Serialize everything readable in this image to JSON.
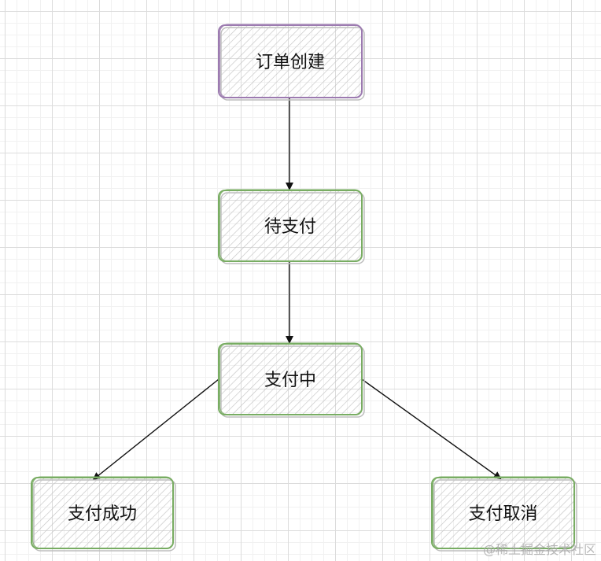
{
  "diagram": {
    "title": "Order payment state flow",
    "colors": {
      "start_stroke": "#9c7bb0",
      "state_stroke": "#79ad63",
      "hatch": "#c8c8c8",
      "arrow": "#111111"
    },
    "nodes": [
      {
        "id": "order-created",
        "label": "订单创建",
        "style": "start"
      },
      {
        "id": "pending-payment",
        "label": "待支付",
        "style": "state"
      },
      {
        "id": "paying",
        "label": "支付中",
        "style": "state"
      },
      {
        "id": "payment-success",
        "label": "支付成功",
        "style": "state"
      },
      {
        "id": "payment-cancelled",
        "label": "支付取消",
        "style": "state"
      }
    ],
    "edges": [
      {
        "from": "order-created",
        "to": "pending-payment"
      },
      {
        "from": "pending-payment",
        "to": "paying"
      },
      {
        "from": "paying",
        "to": "payment-success"
      },
      {
        "from": "paying",
        "to": "payment-cancelled"
      }
    ]
  },
  "watermark": "@稀土掘金技术社区"
}
